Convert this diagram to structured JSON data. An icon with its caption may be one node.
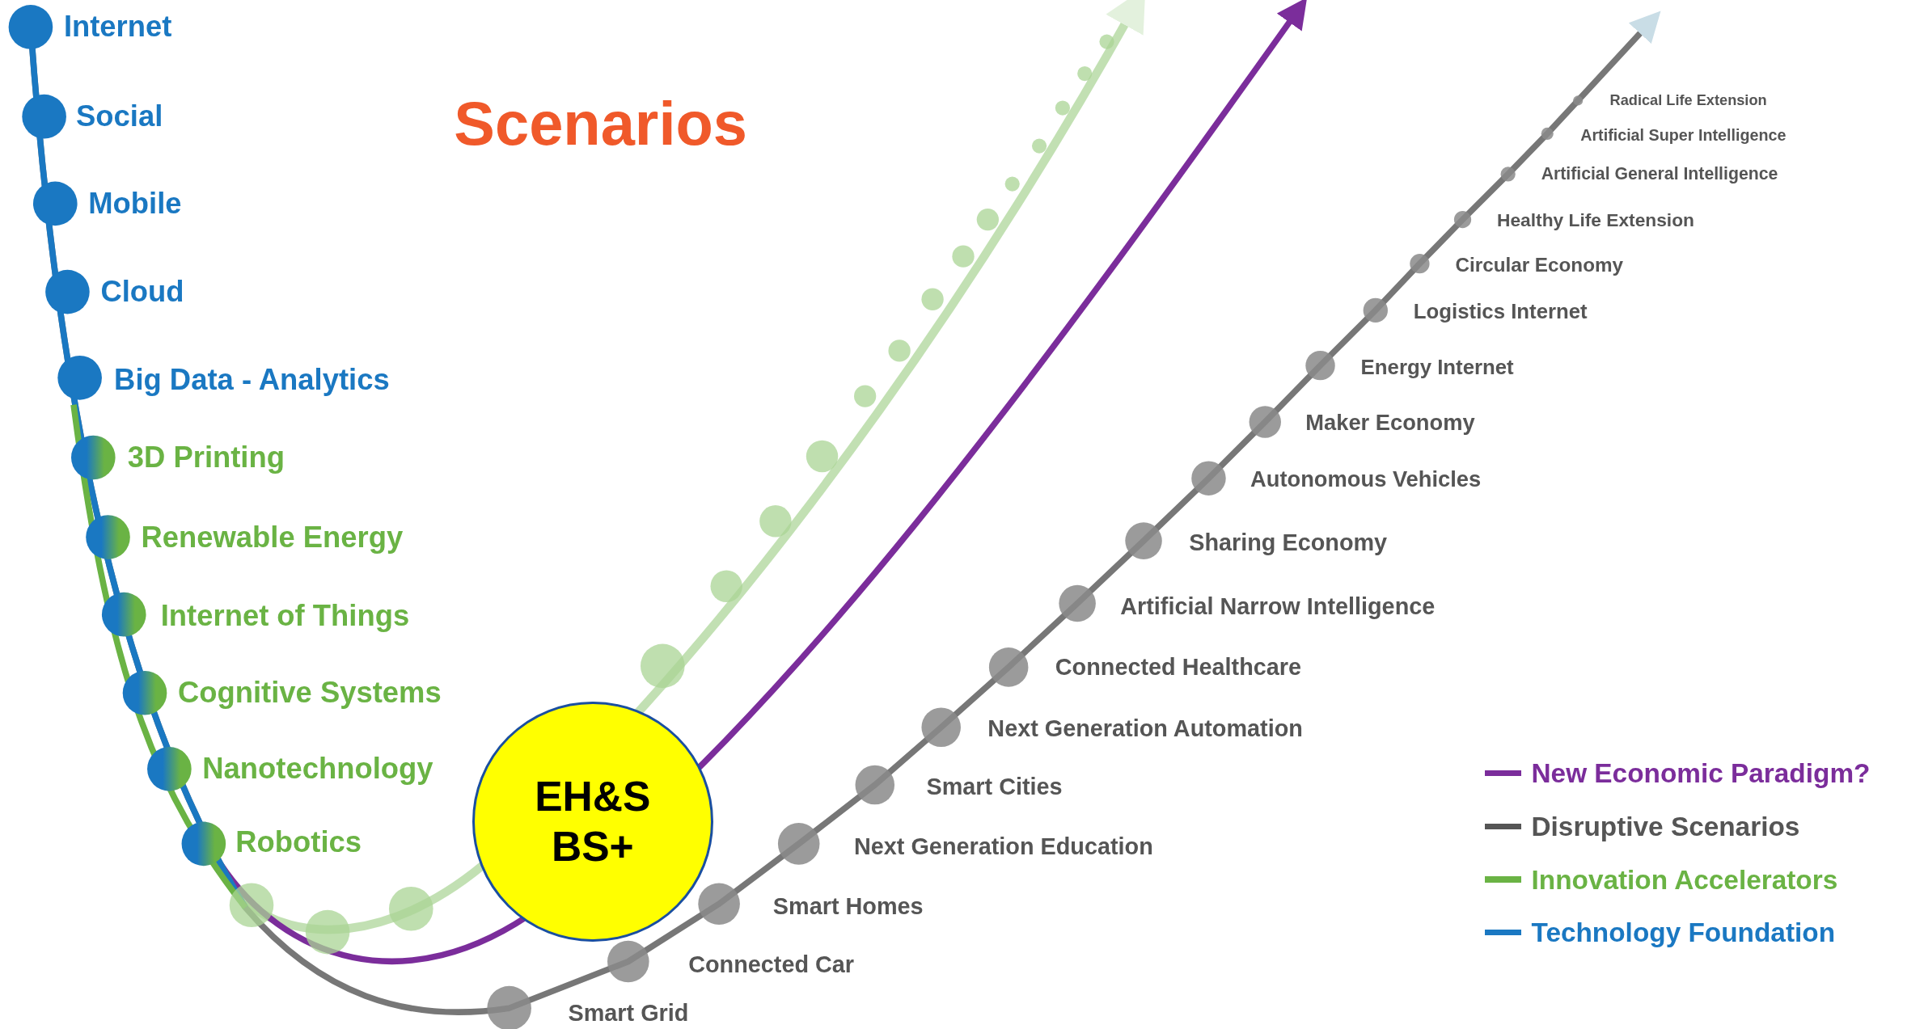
{
  "diagram": {
    "title": "Scenarios",
    "nodes": [
      {
        "text": [
          "EH&S BS+"
        ]
      }
    ],
    "labels": [
      "Internet",
      "Social",
      "Mobile",
      "Cloud",
      "Big Data - Analytics",
      "3D Printing",
      "Renewable Energy",
      "Internet of Things",
      "Cognitive Systems",
      "Nanotechnology",
      "Robotics",
      "Radical Life Extension",
      "Artificial Super Intelligence",
      "Artificial General Intelligence",
      "Healthy Life Extension",
      "Circular Economy",
      "Logistics Internet",
      "Energy Internet",
      "Maker Economy",
      "Autonomous Vehicles",
      "Sharing Economy",
      "Artificial Narrow Intelligence",
      "Connected Healthcare",
      "Next Generation Automation",
      "Smart Cities",
      "Next Generation Education",
      "Smart Homes",
      "Connected Car",
      "Smart Grid"
    ],
    "legend": [
      {
        "text": "New Economic Paradigm?",
        "color": "#7b2d9b"
      },
      {
        "text": "Disruptive Scenarios",
        "color": "#555555"
      },
      {
        "text": "Innovation Accelerators",
        "color": "#6ab344"
      },
      {
        "text": "Technology Foundation",
        "color": "#1a78c2"
      }
    ]
  }
}
